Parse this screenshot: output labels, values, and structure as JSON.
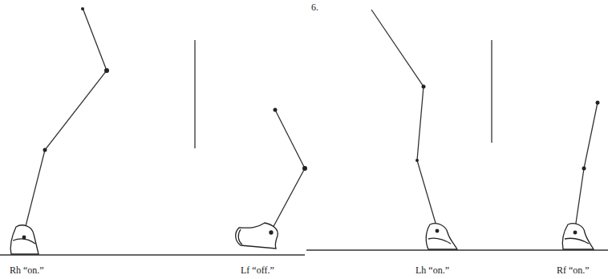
{
  "diagram": {
    "labels": [
      "6.",
      "Rh “on.”",
      "Lf “off.”",
      "Lh “on.”",
      "Rf “on.”"
    ]
  }
}
